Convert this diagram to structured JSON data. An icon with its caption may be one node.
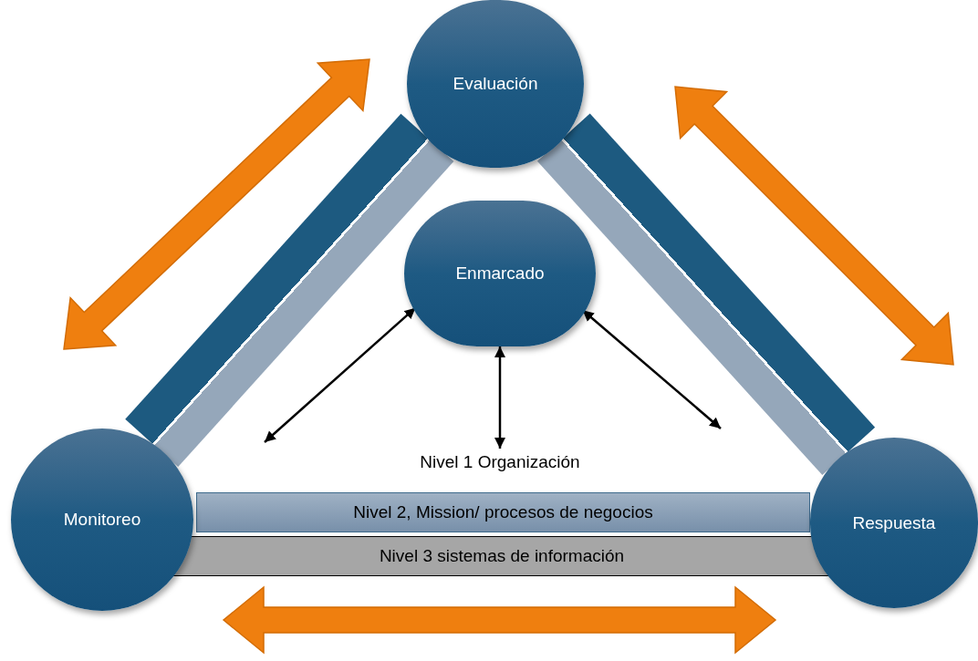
{
  "diagram": {
    "nodes": [
      {
        "text": [
          "Evaluación"
        ]
      },
      {
        "text": [
          "Enmarcado"
        ]
      },
      {
        "text": [
          "Nivel 1 Organización"
        ]
      },
      {
        "text": [
          "Nivel 2, Mission/ procesos de negocios"
        ]
      },
      {
        "text": [
          "Nivel 3 sistemas de información"
        ]
      },
      {
        "text": [
          "Monitoreo"
        ]
      },
      {
        "text": [
          "Respuesta"
        ]
      }
    ],
    "edges": [
      {
        "from": 5,
        "to": 0,
        "arrow": "none",
        "style": "thick",
        "color": "#1d5a80"
      },
      {
        "from": 0,
        "to": 6,
        "arrow": "none",
        "style": "thick",
        "color": "#1d5a80"
      },
      {
        "from": null,
        "to": 1,
        "arrow": "both"
      },
      {
        "from": 1,
        "to": 2,
        "arrow": "both"
      },
      {
        "from": 1,
        "to": null,
        "arrow": "both"
      }
    ]
  }
}
